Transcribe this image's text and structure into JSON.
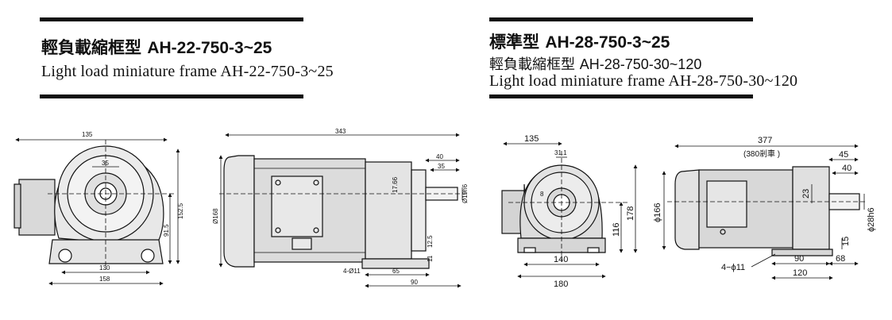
{
  "left_block": {
    "title_cn": "輕負載縮框型",
    "title_model": "AH-22-750-3~25",
    "subtitle_en": "Light load miniature frame",
    "subtitle_model": "AH-22-750-3~25",
    "dims": {
      "d135": "135",
      "d35": "35",
      "d130": "130",
      "d158": "158",
      "d152_5": "152.5",
      "d91_5": "91.5",
      "d343": "343",
      "d40": "40",
      "d35b": "35",
      "d17_66": "17.66",
      "d19h6": "Ø19h6",
      "d168": "Ø168",
      "d4_11": "4-Ø11",
      "d65": "65",
      "d90": "90",
      "d12_5": "12.5",
      "d11": "11"
    }
  },
  "right_block": {
    "title_cn": "標準型",
    "title_model": "AH-28-750-3~25",
    "subtitle_cn": "輕負載縮框型",
    "subtitle_cn_model": "AH-28-750-30~120",
    "subtitle_en": "Light load miniature frame",
    "subtitle_en_model": "AH-28-750-30~120",
    "dims": {
      "d135": "135",
      "d31_1": "31.1",
      "d8": "8",
      "d116": "116",
      "d178": "178",
      "d140": "140",
      "d180": "180",
      "d377": "377",
      "brake": "(380剎車 )",
      "d45": "45",
      "d40": "40",
      "d23": "23",
      "d166": "ϕ166",
      "d28h6": "ϕ28h6",
      "d15": "15",
      "d4_11": "4−ϕ11",
      "d90": "90",
      "d68": "68",
      "d120": "120"
    }
  }
}
